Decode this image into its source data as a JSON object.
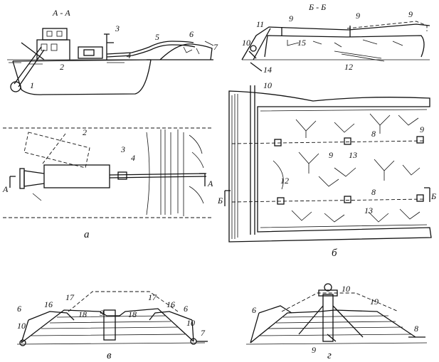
{
  "panels": {
    "a": {
      "caption": "а",
      "section_title": "А - А",
      "section_marks": [
        "А",
        "А"
      ],
      "labels": [
        "1",
        "2",
        "3",
        "4",
        "5",
        "6",
        "7"
      ],
      "plan_labels": [
        "2",
        "3",
        "4"
      ]
    },
    "b": {
      "caption": "б",
      "section_title": "Б - Б",
      "section_marks": [
        "Б",
        "Б"
      ],
      "section_labels": [
        "11",
        "9",
        "9",
        "9",
        "10",
        "15",
        "14",
        "12"
      ],
      "plan_labels": [
        "10",
        "8",
        "9",
        "9",
        "13",
        "12",
        "8",
        "13"
      ]
    },
    "v": {
      "caption": "в",
      "labels": [
        "6",
        "16",
        "17",
        "18",
        "9",
        "18",
        "17",
        "16",
        "6",
        "10",
        "10",
        "7"
      ]
    },
    "g": {
      "caption": "г",
      "labels": [
        "6",
        "10",
        "19",
        "8",
        "9"
      ]
    }
  }
}
